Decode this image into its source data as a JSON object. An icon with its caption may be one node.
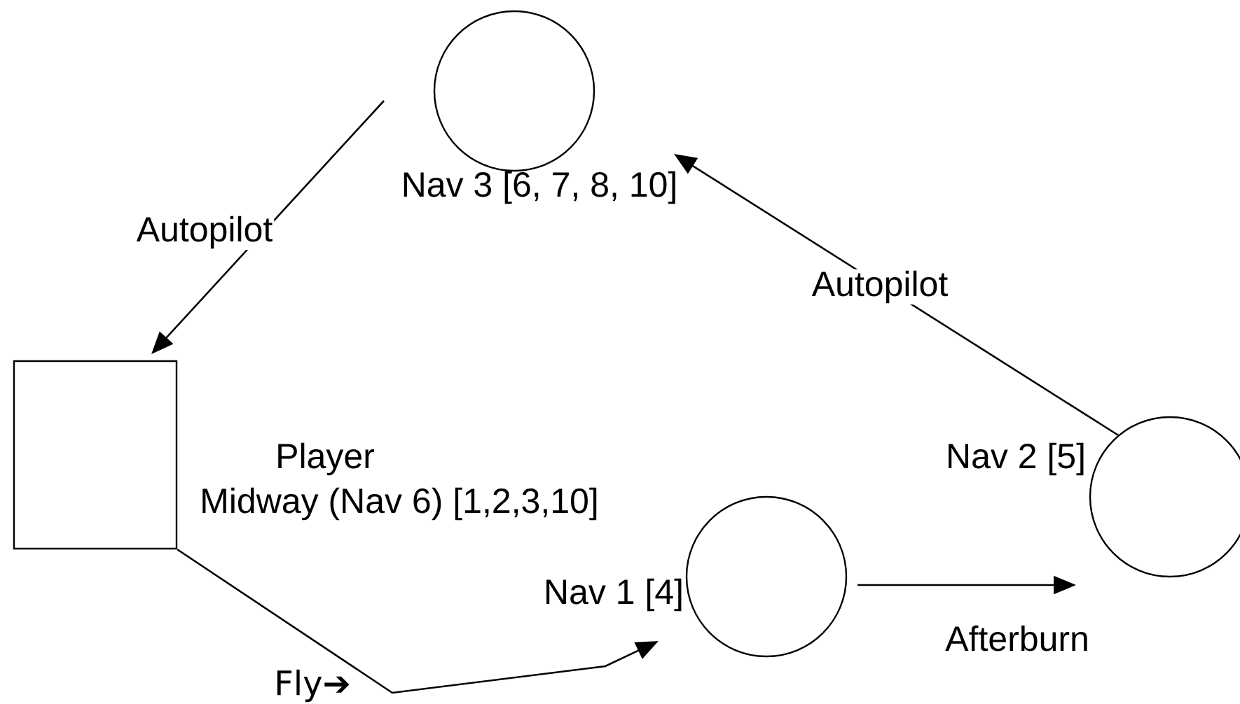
{
  "diagram": {
    "nodes": [
      {
        "text": [
          "Nav 3 [6, 7, 8, 10]"
        ]
      },
      {
        "text": [
          "Player",
          "Midway (Nav 6) [1,2,3,10]"
        ]
      },
      {
        "text": [
          "Nav 1 [4]"
        ]
      },
      {
        "text": [
          "Nav 2 [5]"
        ]
      }
    ],
    "edges": [
      {
        "from": 0,
        "to": 1,
        "arrow": "to",
        "label": "Autopilot"
      },
      {
        "from": 1,
        "to": 2,
        "arrow": "to",
        "label": "Fly➔"
      },
      {
        "from": 2,
        "to": 3,
        "arrow": "to",
        "label": "Afterburn"
      },
      {
        "from": 3,
        "to": 0,
        "arrow": "to",
        "label": "Autopilot"
      }
    ]
  }
}
